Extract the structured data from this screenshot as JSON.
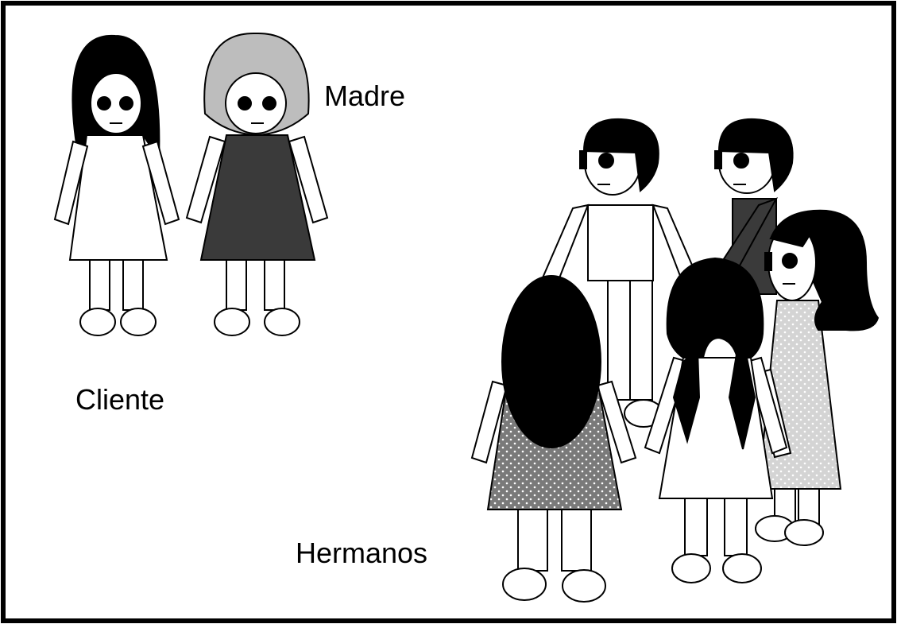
{
  "labels": {
    "madre": "Madre",
    "cliente": "Cliente",
    "hermanos": "Hermanos"
  },
  "colors": {
    "frame": "#000000",
    "background": "#ffffff",
    "hair": "#000000",
    "headscarf": "#bdbdbd",
    "dark_clothing": "#3a3a3a",
    "dotted_dress_dark": "#777777",
    "dotted_dress_light": "#d2d2d2"
  }
}
